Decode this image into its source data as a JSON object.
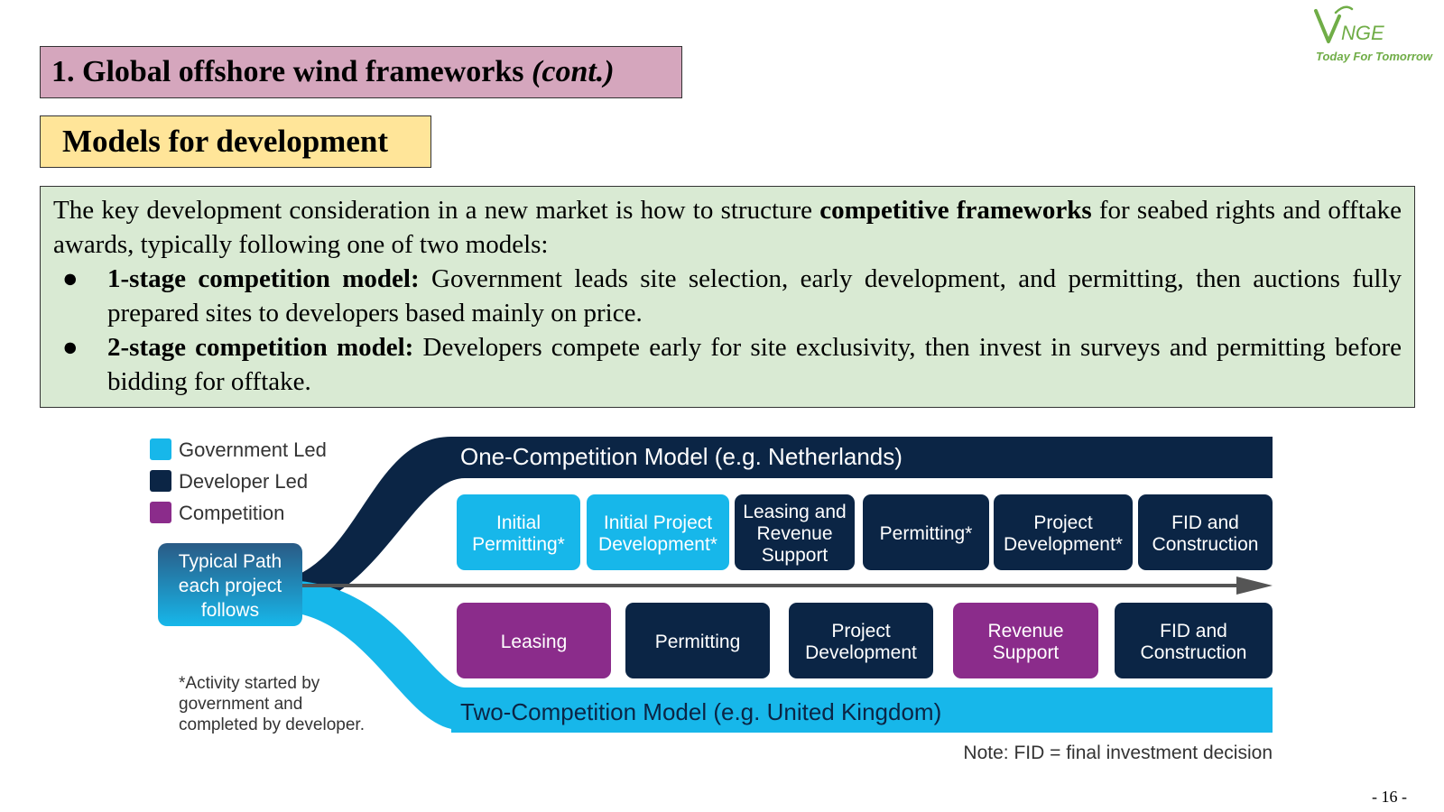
{
  "title": {
    "main": "1. Global offshore wind frameworks",
    "suffix": "(cont.)"
  },
  "subtitle": "Models for development",
  "logo": {
    "mark": "VNGE",
    "tagline": "Today For Tomorrow"
  },
  "intro": {
    "lead_before": "The key development consideration in a new market is how to structure",
    "lead_bold": "competitive frameworks",
    "lead_after": "for seabed rights and offtake awards, typically following one of two models:",
    "bullets": [
      {
        "bold": "1-stage competition model:",
        "text": "Government leads site selection, early development, and permitting, then auctions fully prepared sites to developers based mainly on price."
      },
      {
        "bold": "2-stage competition model:",
        "text": "Developers compete early for site exclusivity, then invest in surveys and permitting before bidding for offtake."
      }
    ]
  },
  "diagram": {
    "colors": {
      "government": "#17b7ea",
      "developer": "#0b2545",
      "competition": "#8b2c8b",
      "arrow": "#555555"
    },
    "legend": [
      {
        "label": "Government Led",
        "type": "government"
      },
      {
        "label": "Developer Led",
        "type": "developer"
      },
      {
        "label": "Competition",
        "type": "competition"
      }
    ],
    "start_label": [
      "Typical Path",
      "each project",
      "follows"
    ],
    "top_band": "One-Competition Model (e.g. Netherlands)",
    "bottom_band": "Two-Competition Model (e.g. United Kingdom)",
    "top_steps": [
      {
        "lines": [
          "Initial",
          "Permitting*"
        ],
        "type": "government"
      },
      {
        "lines": [
          "Initial Project",
          "Development*"
        ],
        "type": "government"
      },
      {
        "lines": [
          "Leasing and",
          "Revenue",
          "Support"
        ],
        "type": "developer"
      },
      {
        "lines": [
          "Permitting*"
        ],
        "type": "developer"
      },
      {
        "lines": [
          "Project",
          "Development*"
        ],
        "type": "developer"
      },
      {
        "lines": [
          "FID and",
          "Construction"
        ],
        "type": "developer"
      }
    ],
    "bottom_steps": [
      {
        "lines": [
          "Leasing"
        ],
        "type": "competition"
      },
      {
        "lines": [
          "Permitting"
        ],
        "type": "developer"
      },
      {
        "lines": [
          "Project",
          "Development"
        ],
        "type": "developer"
      },
      {
        "lines": [
          "Revenue",
          "Support"
        ],
        "type": "competition"
      },
      {
        "lines": [
          "FID and",
          "Construction"
        ],
        "type": "developer"
      }
    ],
    "footnote": [
      "*Activity started by",
      "government and",
      "completed by developer."
    ],
    "note": "Note: FID = final investment decision"
  },
  "page_number": "- 16 -"
}
